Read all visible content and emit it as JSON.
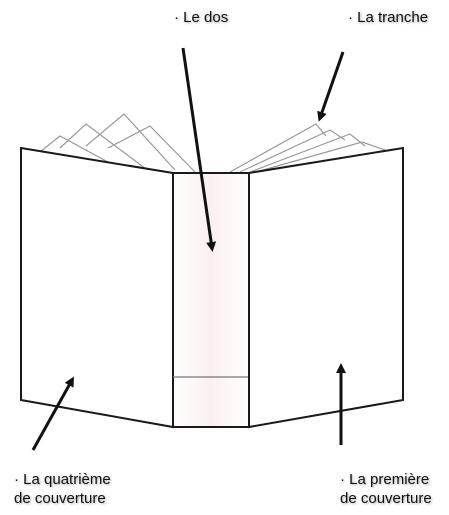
{
  "labels": {
    "dos": "· Le dos",
    "tranche": "· La tranche",
    "quatrieme_line1": "· La quatrième",
    "quatrieme_line2": "de couverture",
    "premiere_line1": "· La première",
    "premiere_line2": "de couverture"
  }
}
